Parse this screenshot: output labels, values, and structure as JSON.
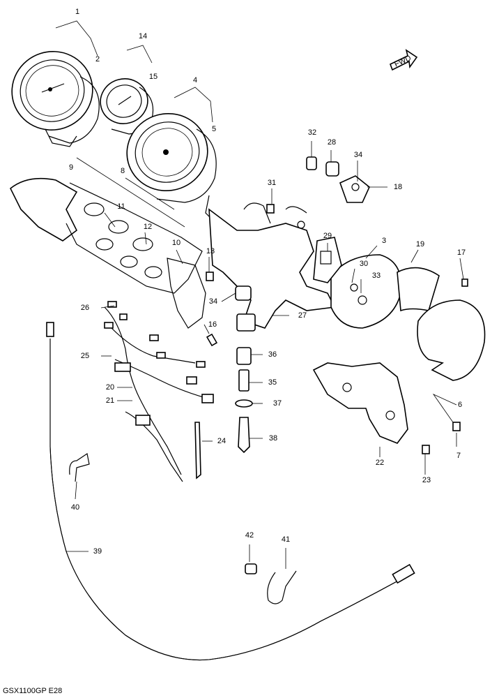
{
  "diagram": {
    "footer_code": "GSX1100GP E28",
    "direction_mark": "FWD",
    "labels": [
      {
        "id": "1",
        "text": "1"
      },
      {
        "id": "2",
        "text": "2"
      },
      {
        "id": "3",
        "text": "3"
      },
      {
        "id": "4",
        "text": "4"
      },
      {
        "id": "5",
        "text": "5"
      },
      {
        "id": "6",
        "text": "6"
      },
      {
        "id": "7",
        "text": "7"
      },
      {
        "id": "8",
        "text": "8"
      },
      {
        "id": "9",
        "text": "9"
      },
      {
        "id": "10",
        "text": "10"
      },
      {
        "id": "11",
        "text": "11"
      },
      {
        "id": "12",
        "text": "12"
      },
      {
        "id": "13",
        "text": "13"
      },
      {
        "id": "14",
        "text": "14"
      },
      {
        "id": "15",
        "text": "15"
      },
      {
        "id": "16",
        "text": "16"
      },
      {
        "id": "17",
        "text": "17"
      },
      {
        "id": "18",
        "text": "18"
      },
      {
        "id": "19",
        "text": "19"
      },
      {
        "id": "20",
        "text": "20"
      },
      {
        "id": "21",
        "text": "21"
      },
      {
        "id": "22",
        "text": "22"
      },
      {
        "id": "23",
        "text": "23"
      },
      {
        "id": "24",
        "text": "24"
      },
      {
        "id": "25",
        "text": "25"
      },
      {
        "id": "26",
        "text": "26"
      },
      {
        "id": "27",
        "text": "27"
      },
      {
        "id": "28",
        "text": "28"
      },
      {
        "id": "29",
        "text": "29"
      },
      {
        "id": "30",
        "text": "30"
      },
      {
        "id": "31",
        "text": "31"
      },
      {
        "id": "32",
        "text": "32"
      },
      {
        "id": "33",
        "text": "33"
      },
      {
        "id": "34a",
        "text": "34"
      },
      {
        "id": "34b",
        "text": "34"
      },
      {
        "id": "35",
        "text": "35"
      },
      {
        "id": "36",
        "text": "36"
      },
      {
        "id": "37",
        "text": "37"
      },
      {
        "id": "38",
        "text": "38"
      },
      {
        "id": "39",
        "text": "39"
      },
      {
        "id": "40",
        "text": "40"
      },
      {
        "id": "41",
        "text": "41"
      },
      {
        "id": "42",
        "text": "42"
      }
    ]
  }
}
